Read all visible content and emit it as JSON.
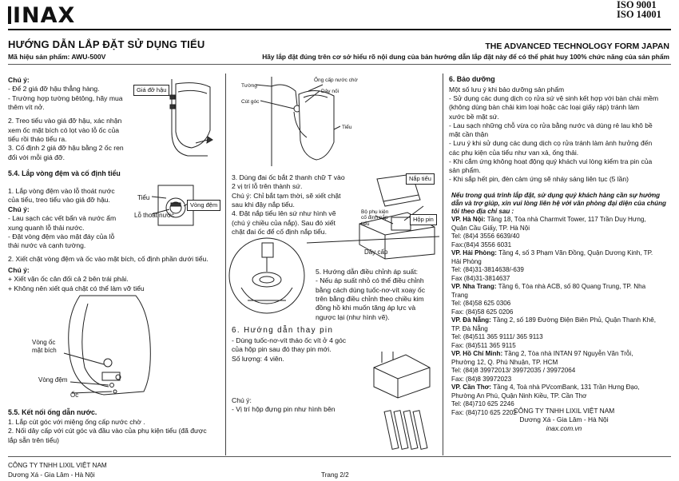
{
  "header": {
    "logo": "INAX",
    "iso_9001": "ISO  9001",
    "iso_14001": "ISO 14001",
    "title": "HƯỚNG DẪN LẮP ĐẶT SỬ DỤNG TIỂU",
    "title_en": "THE ADVANCED TECHNOLOGY FORM JAPAN",
    "model": "Mã hiệu sản phẩm: AWU-500V",
    "notice": "Hãy lắp đặt đúng trên cơ sở hiểu rõ nội dung của bản hướng dẫn lắp đặt này để có thể phát huy 100% chức năng của sản phẩm"
  },
  "col1": {
    "note1_title": "Chú ý:",
    "note1_lines": [
      "- Để 2 giá đỡ hậu thẳng hàng.",
      "- Trường hợp tường bêtông, hãy mua",
      "thêm vít nở.",
      "2. Treo tiểu vào giá đỡ hậu, xác nhận",
      "xem ốc mặt bích có lọt vào lỗ ốc của",
      "tiểu rồi tháo tiểu ra.",
      "3. Cố định 2 giá đỡ hậu bằng 2 ốc ren",
      "đổi với mỗi giá đỡ."
    ],
    "label_bracket": "Giá đỡ hậu",
    "sec54": "5.4. Lắp vòng đệm và cố định tiểu",
    "s54_lines": [
      "1. Lắp vòng đệm vào lỗ thoát nước",
      "của tiểu, treo tiểu vào giá đỡ hậu."
    ],
    "label_tieu": "Tiểu",
    "label_drain": "Lỗ thoát nước",
    "label_gasket": "Vòng đệm",
    "note2_title": "Chú ý:",
    "note2_lines": [
      "- Lau sạch các vết bẩn và nước ẩm",
      "xung quanh lỗ thải nước.",
      "- Đặt vòng đệm vào mặt đáy của lỗ",
      "thải nước và cạnh tường."
    ],
    "step2": "2. Xiết chặt vòng đệm và ốc vào mặt bích, cố định phần dưới tiểu.",
    "note3_title": "Chú ý:",
    "note3_lines": [
      "+ Xiết vặn ốc cân đối cả 2 bên trái phải.",
      "+ Không nên xiết quá chặt có thể làm vỡ tiểu"
    ],
    "label_flange_nut_1": "Vòng ốc",
    "label_flange_nut_2": "mặt bích",
    "label_washer": "Vòng đệm",
    "label_nut": "Ốc",
    "sec55": "5.5. Kết nối ống dẫn nước.",
    "s55_lines": [
      "1. Lắp cút góc với miệng ống cấp nước chờ .",
      "2. Nối dây cấp với cút góc và đầu vào của phụ kiện tiểu (đã được",
      "lắp sẵn trên tiểu)"
    ]
  },
  "col2": {
    "label_wall": "Tường",
    "label_elbow": "Cút góc",
    "label_supply_pipe": "Ống cấp nước chờ",
    "label_supply_hose": "Dây nối",
    "label_urinal": "Tiểu",
    "steps3_4": [
      "3. Dùng đai ốc bắt 2 thanh chữ T vào",
      "2 vị trí lỗ trên thành sứ.",
      "Chú ý: Chỉ bắt tạm thời, sẽ xiết chặt",
      "sau khi đậy nắp tiểu.",
      "4. Đặt nắp tiểu lên sứ như hình vẽ",
      "(chú ý chiều của nắp). Sau đó xiết",
      "chặt đai ốc để cố định nắp tiểu."
    ],
    "label_cover": "Nắp tiểu",
    "label_regulator": "Bộ phụ kiện cố định nắp tiểu",
    "label_battery_box": "Hộp pin",
    "label_supply_line": "Dây cấp",
    "sec5_lines": [
      "5. Hướng dẫn điều chỉnh áp suất:",
      "- Nếu áp suất nhỏ có thể điều chỉnh",
      "bằng cách dùng tuốc-nơ-vít xoay ốc",
      "trên bằng điều chỉnh theo chiều kim",
      "đồng hồ khi muốn tăng áp lực và",
      "ngược lại (như hình vẽ)."
    ],
    "sec6_title": "6. Hướng dẫn thay pin",
    "sec6_lines": [
      "- Dùng tuốc-nơ-vít tháo ốc vít ở 4 góc",
      "của hộp pin sau đó thay pin mới.",
      "Số lượng: 4 viên."
    ],
    "note_title": "Chú ý:",
    "note_line": "- Vị trí hộp đựng pin như hình bên"
  },
  "col3": {
    "sec6": "6. Bảo dưỡng",
    "lines": [
      "Một số lưu ý khi bảo dưỡng sản phẩm",
      "- Sử dụng các dung dịch cọ rửa sứ vệ sinh kết hợp với bàn chải mềm",
      "(không dùng bàn chải kim loại hoặc các loại giấy ráp) tránh làm",
      "xước bề mặt sứ.",
      "- Lau sạch những chỗ vừa cọ rửa bằng nước và dùng rẻ lau khô bề",
      "mặt cần thận",
      "- Lưu ý khi sử dụng các dung dịch cọ rửa tránh làm ảnh hưởng đến",
      "các phụ kiện của tiểu như van xả, ống thải.",
      "- Khi cắm ứng không hoạt động quý khách vui lòng kiểm tra pin của",
      "sản phẩm.",
      "- Khi sắp hết pin, đèn cảm ứng sẽ nháy sáng liên tục (5 lần)"
    ],
    "italic_note": [
      "Nếu trong  quá trình lắp đặt, sử dụng quý khách hàng cần sự  hướng",
      "dẫn và trợ giúp, xin vui lòng liên hệ với văn phòng đại diện của chúng",
      "tôi theo địa chỉ sau :"
    ],
    "offices": [
      {
        "name": "VP. Hà Nội:",
        "lines": [
          " Tầng 18, Tòa nhà Charmvit Tower, 117 Trần Duy Hưng,",
          "Quận Cầu Giấy, TP. Hà Nội",
          "Tel: (84)4 3556 6639/40",
          "Fax:(84)4 3556 6031"
        ]
      },
      {
        "name": "VP. Hải Phòng:",
        "lines": [
          " Tầng 4, số 3 Phạm Văn Đồng, Quận Dương Kinh, TP.",
          "Hải Phòng",
          "Tel: (84)31-3814638/-639",
          "Fax (84)31-3814637"
        ]
      },
      {
        "name": "VP. Nha Trang:",
        "lines": [
          " Tầng 6, Tòa nhà ACB, số 80 Quang Trung, TP. Nha",
          "Trang",
          "Tel: (84)58 625 0306",
          "Fax: (84)58 625 0206"
        ]
      },
      {
        "name": "VP. Đà Nẵng:",
        "lines": [
          " Tầng 2, số 189 Đường Điện Biên Phủ, Quận Thanh Khê,",
          "TP. Đà Nẵng",
          "Tel: (84)511 365 9111/ 365 9113",
          "Fax: (84)511 365 9115"
        ]
      },
      {
        "name": "VP. Hồ Chí Minh:",
        "lines": [
          " Tầng 2, Tòa nhà INTAN 97 Nguyễn Văn Trỗi,",
          "Phường 12, Q. Phú Nhuận, TP. HCM",
          "Tel: (84)8 39972013/ 39972035 / 39972064",
          "Fax: (84)8 39972023"
        ]
      },
      {
        "name": "VP. Cần Thơ:",
        "lines": [
          " Tầng 4, Toà nhà PVcomBank, 131 Trần Hưng Đạo,",
          "Phường An Phú, Quận Ninh Kiều, TP. Cần Thơ",
          "Tel: (84)710 625 2246",
          "Fax: (84)710 625 2202"
        ]
      }
    ],
    "company": "CÔNG TY TNHH LIXIL VIỆT NAM",
    "company_addr": "Dương Xá - Gia Lâm - Hà Nội",
    "website": "inax.com.vn"
  },
  "footer": {
    "company": "CÔNG TY TNHH LIXIL VIỆT NAM",
    "address": "Dương Xá - Gia Lâm - Hà Nội",
    "page": "Trang 2/2"
  }
}
